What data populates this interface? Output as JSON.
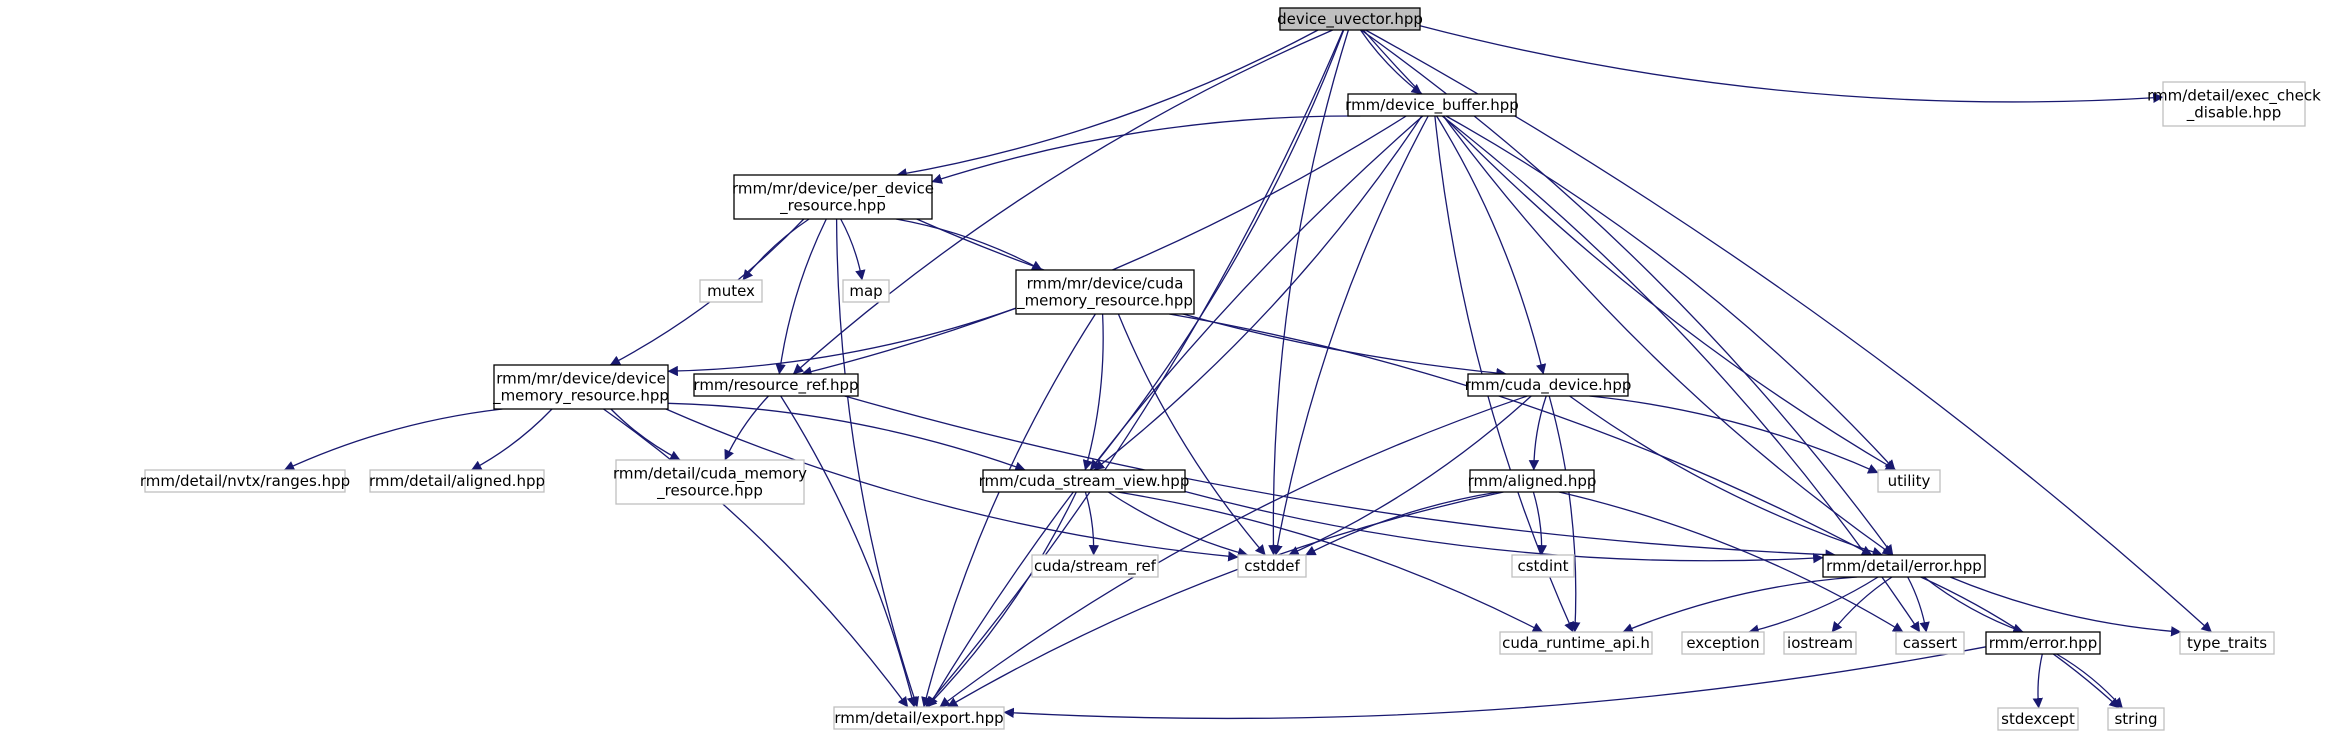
{
  "diagram": {
    "type": "include-dependency-graph",
    "colors": {
      "edge": "#191970",
      "root_fill": "#bfbfbf",
      "internal_stroke": "#000000",
      "external_stroke": "#bfbfbf",
      "text": "#000000"
    },
    "nodes": [
      {
        "id": "root",
        "label": "device_uvector.hpp",
        "kind": "root"
      },
      {
        "id": "exec_check",
        "label": "rmm/detail/exec_check\n_disable.hpp",
        "kind": "external"
      },
      {
        "id": "device_buffer",
        "label": "rmm/device_buffer.hpp",
        "kind": "internal"
      },
      {
        "id": "per_device",
        "label": "rmm/mr/device/per_device\n_resource.hpp",
        "kind": "internal"
      },
      {
        "id": "mutex",
        "label": "mutex",
        "kind": "external"
      },
      {
        "id": "map",
        "label": "map",
        "kind": "external"
      },
      {
        "id": "cuda_mr",
        "label": "rmm/mr/device/cuda\n_memory_resource.hpp",
        "kind": "internal"
      },
      {
        "id": "device_mr",
        "label": "rmm/mr/device/device\n_memory_resource.hpp",
        "kind": "internal"
      },
      {
        "id": "resource_ref",
        "label": "rmm/resource_ref.hpp",
        "kind": "internal"
      },
      {
        "id": "cuda_device",
        "label": "rmm/cuda_device.hpp",
        "kind": "internal"
      },
      {
        "id": "nvtx",
        "label": "rmm/detail/nvtx/ranges.hpp",
        "kind": "external"
      },
      {
        "id": "aligned_detail",
        "label": "rmm/detail/aligned.hpp",
        "kind": "external"
      },
      {
        "id": "cuda_memory_res",
        "label": "rmm/detail/cuda_memory\n_resource.hpp",
        "kind": "external"
      },
      {
        "id": "stream_view",
        "label": "rmm/cuda_stream_view.hpp",
        "kind": "internal"
      },
      {
        "id": "aligned",
        "label": "rmm/aligned.hpp",
        "kind": "internal"
      },
      {
        "id": "utility",
        "label": "utility",
        "kind": "external"
      },
      {
        "id": "cstddef",
        "label": "cstddef",
        "kind": "external"
      },
      {
        "id": "stream_ref",
        "label": "cuda/stream_ref",
        "kind": "external"
      },
      {
        "id": "cstdint",
        "label": "cstdint",
        "kind": "external"
      },
      {
        "id": "error_detail",
        "label": "rmm/detail/error.hpp",
        "kind": "internal"
      },
      {
        "id": "cuda_runtime",
        "label": "cuda_runtime_api.h",
        "kind": "external"
      },
      {
        "id": "exception",
        "label": "exception",
        "kind": "external"
      },
      {
        "id": "iostream",
        "label": "iostream",
        "kind": "external"
      },
      {
        "id": "cassert",
        "label": "cassert",
        "kind": "external"
      },
      {
        "id": "error",
        "label": "rmm/error.hpp",
        "kind": "internal"
      },
      {
        "id": "type_traits",
        "label": "type_traits",
        "kind": "external"
      },
      {
        "id": "export",
        "label": "rmm/detail/export.hpp",
        "kind": "external"
      },
      {
        "id": "stdexcept",
        "label": "stdexcept",
        "kind": "external"
      },
      {
        "id": "string",
        "label": "string",
        "kind": "external"
      }
    ],
    "edges": [
      [
        "root",
        "device_buffer"
      ],
      [
        "root",
        "per_device"
      ],
      [
        "root",
        "resource_ref"
      ],
      [
        "root",
        "stream_view"
      ],
      [
        "root",
        "cstddef"
      ],
      [
        "root",
        "export"
      ],
      [
        "root",
        "utility"
      ],
      [
        "root",
        "error_detail"
      ],
      [
        "root",
        "exec_check"
      ],
      [
        "root",
        "type_traits"
      ],
      [
        "device_buffer",
        "per_device"
      ],
      [
        "device_buffer",
        "resource_ref"
      ],
      [
        "device_buffer",
        "export"
      ],
      [
        "device_buffer",
        "stream_view"
      ],
      [
        "device_buffer",
        "cstddef"
      ],
      [
        "device_buffer",
        "cuda_device"
      ],
      [
        "device_buffer",
        "cuda_runtime"
      ],
      [
        "device_buffer",
        "utility"
      ],
      [
        "device_buffer",
        "error_detail"
      ],
      [
        "device_buffer",
        "cassert"
      ],
      [
        "per_device",
        "export"
      ],
      [
        "per_device",
        "device_mr"
      ],
      [
        "per_device",
        "mutex"
      ],
      [
        "per_device",
        "map"
      ],
      [
        "per_device",
        "resource_ref"
      ],
      [
        "per_device",
        "cuda_mr"
      ],
      [
        "per_device",
        "cuda_device"
      ],
      [
        "cuda_mr",
        "device_mr"
      ],
      [
        "cuda_mr",
        "export"
      ],
      [
        "cuda_mr",
        "stream_view"
      ],
      [
        "cuda_mr",
        "cstddef"
      ],
      [
        "cuda_mr",
        "error_detail"
      ],
      [
        "device_mr",
        "nvtx"
      ],
      [
        "device_mr",
        "aligned_detail"
      ],
      [
        "device_mr",
        "cuda_memory_res"
      ],
      [
        "device_mr",
        "stream_view"
      ],
      [
        "device_mr",
        "cstddef"
      ],
      [
        "device_mr",
        "export"
      ],
      [
        "resource_ref",
        "cuda_memory_res"
      ],
      [
        "resource_ref",
        "export"
      ],
      [
        "resource_ref",
        "error_detail"
      ],
      [
        "cuda_device",
        "cstddef"
      ],
      [
        "cuda_device",
        "aligned"
      ],
      [
        "cuda_device",
        "cuda_runtime"
      ],
      [
        "cuda_device",
        "error_detail"
      ],
      [
        "cuda_device",
        "utility"
      ],
      [
        "cuda_device",
        "export"
      ],
      [
        "stream_view",
        "stream_ref"
      ],
      [
        "stream_view",
        "cstddef"
      ],
      [
        "stream_view",
        "cuda_runtime"
      ],
      [
        "stream_view",
        "error_detail"
      ],
      [
        "stream_view",
        "export"
      ],
      [
        "aligned",
        "cstddef"
      ],
      [
        "aligned",
        "cstdint"
      ],
      [
        "aligned",
        "export"
      ],
      [
        "aligned",
        "cassert"
      ],
      [
        "error_detail",
        "cuda_runtime"
      ],
      [
        "error_detail",
        "exception"
      ],
      [
        "error_detail",
        "iostream"
      ],
      [
        "error_detail",
        "cassert"
      ],
      [
        "error_detail",
        "error"
      ],
      [
        "error_detail",
        "string"
      ],
      [
        "error_detail",
        "type_traits"
      ],
      [
        "error",
        "export"
      ],
      [
        "error",
        "stdexcept"
      ],
      [
        "error",
        "string"
      ]
    ]
  }
}
